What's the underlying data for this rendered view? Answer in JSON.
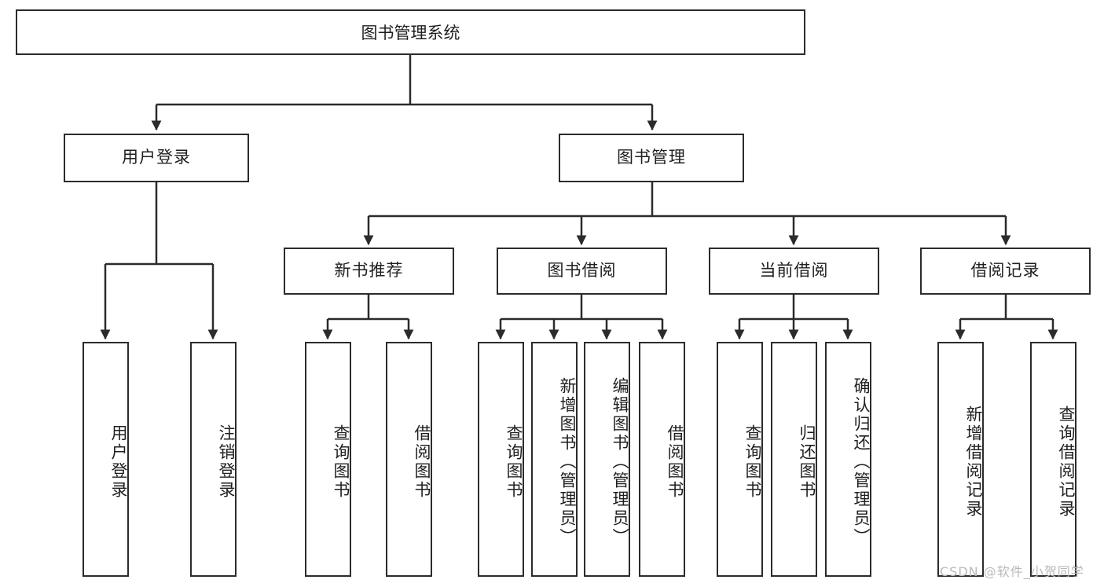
{
  "diagram": {
    "type": "tree-hierarchy-chart",
    "title": "图书管理系统",
    "root": {
      "label": "图书管理系统"
    },
    "level1": [
      {
        "label": "用户登录"
      },
      {
        "label": "图书管理"
      }
    ],
    "level2": [
      {
        "label": "新书推荐"
      },
      {
        "label": "图书借阅"
      },
      {
        "label": "当前借阅"
      },
      {
        "label": "借阅记录"
      }
    ],
    "leaves": {
      "user_login": [
        {
          "label": "用户登录"
        },
        {
          "label": "注销登录"
        }
      ],
      "new_book_recommend": [
        {
          "label": "查询图书"
        },
        {
          "label": "借阅图书"
        }
      ],
      "book_borrow": [
        {
          "label": "查询图书"
        },
        {
          "label": "新增图书（管理员）"
        },
        {
          "label": "编辑图书（管理员）"
        },
        {
          "label": "借阅图书"
        }
      ],
      "current_borrow": [
        {
          "label": "查询图书"
        },
        {
          "label": "归还图书"
        },
        {
          "label": "确认归还（管理员）"
        }
      ],
      "borrow_record": [
        {
          "label": "新增借阅记录"
        },
        {
          "label": "查询借阅记录"
        }
      ]
    }
  },
  "watermark": {
    "text": "CSDN @软件_小贺同学"
  },
  "colors": {
    "box_border": "#2b2b2b",
    "box_fill": "#ffffff",
    "connector": "#2b2b2b",
    "text": "#1f1f1f",
    "watermark": "#b9b9b9",
    "page_background": "#ffffff"
  }
}
